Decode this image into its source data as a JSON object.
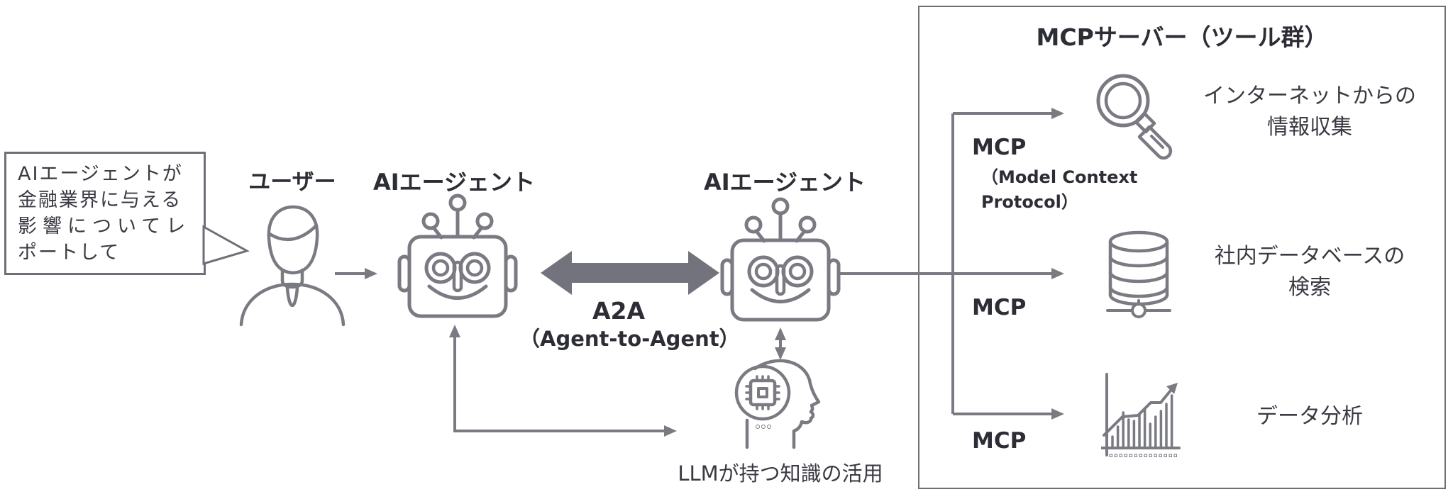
{
  "colors": {
    "line_gray": "#7a7a83",
    "thick_arrow_gray": "#73737d",
    "border_gray": "#6e6e77",
    "text_dark": "#2d2d36",
    "text_body": "#3a3a43",
    "background": "#ffffff"
  },
  "speech_bubble": {
    "lines": [
      "AIエージェントが",
      "金融業界に与える",
      "影響についてレ",
      "ポートして"
    ]
  },
  "user": {
    "label": "ユーザー"
  },
  "agents": [
    {
      "label": "AIエージェント"
    },
    {
      "label": "AIエージェント"
    }
  ],
  "a2a": {
    "title": "A2A",
    "subtitle": "（Agent-to-Agent）"
  },
  "llm": {
    "caption": "LLMが持つ知識の活用"
  },
  "mcp_box": {
    "title": "MCPサーバー（ツール群）",
    "connections": [
      {
        "protocol": "MCP",
        "protocol_note": "（Model Context Protocol）",
        "tool": {
          "icon": "magnifier-icon",
          "label_lines": [
            "インターネットからの",
            "情報収集"
          ]
        }
      },
      {
        "protocol": "MCP",
        "tool": {
          "icon": "database-icon",
          "label_lines": [
            "社内データベースの",
            "検索"
          ]
        }
      },
      {
        "protocol": "MCP",
        "tool": {
          "icon": "bar-chart-icon",
          "label_lines": [
            "データ分析"
          ]
        }
      }
    ]
  }
}
